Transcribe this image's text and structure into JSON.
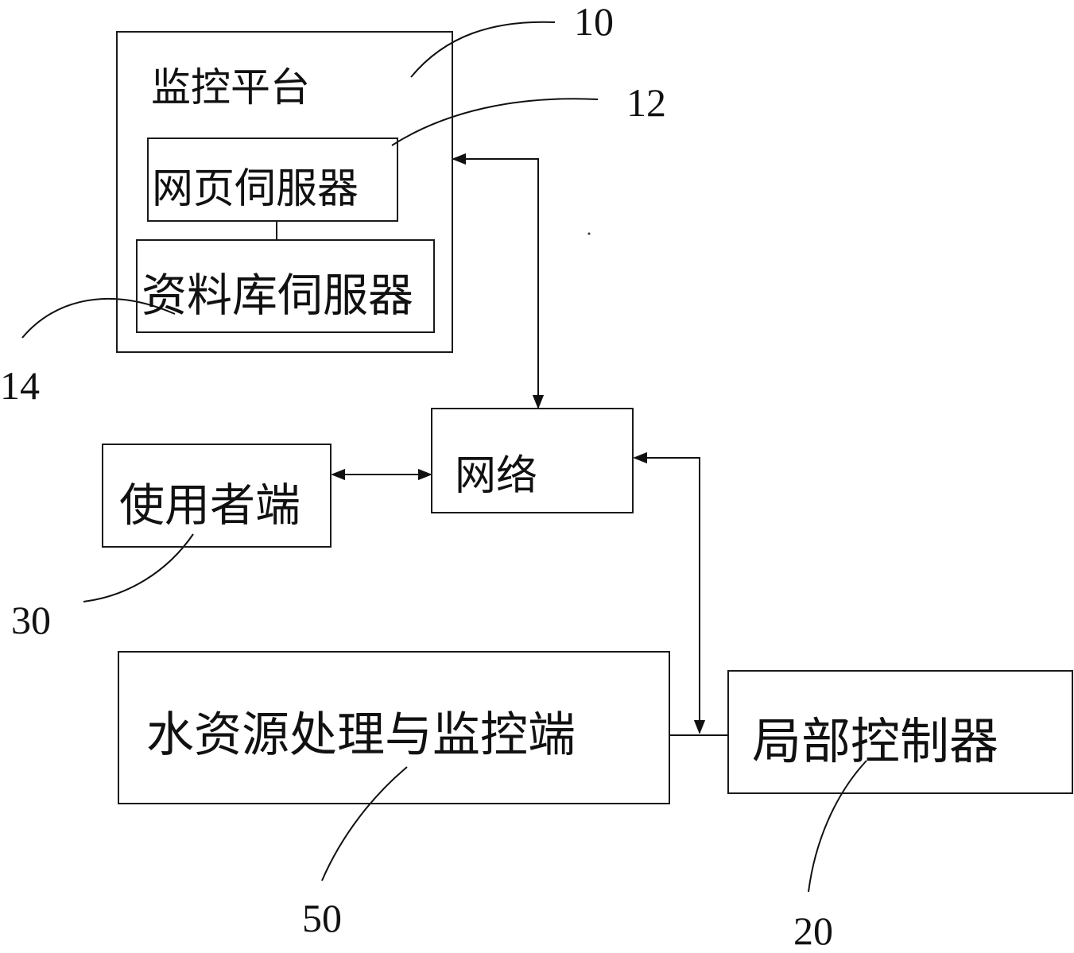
{
  "blocks": {
    "monitor_platform": {
      "label": "监控平台"
    },
    "web_server": {
      "label": "网页伺服器"
    },
    "database_server": {
      "label": "资料库伺服器"
    },
    "network": {
      "label": "网络"
    },
    "user_end": {
      "label": "使用者端"
    },
    "water_station": {
      "label": "水资源处理与监控端"
    },
    "local_controller": {
      "label": "局部控制器"
    }
  },
  "reference_numerals": {
    "monitor_platform": "10",
    "web_server": "12",
    "database_server": "14",
    "local_controller": "20",
    "user_end": "30",
    "water_station": "50"
  }
}
